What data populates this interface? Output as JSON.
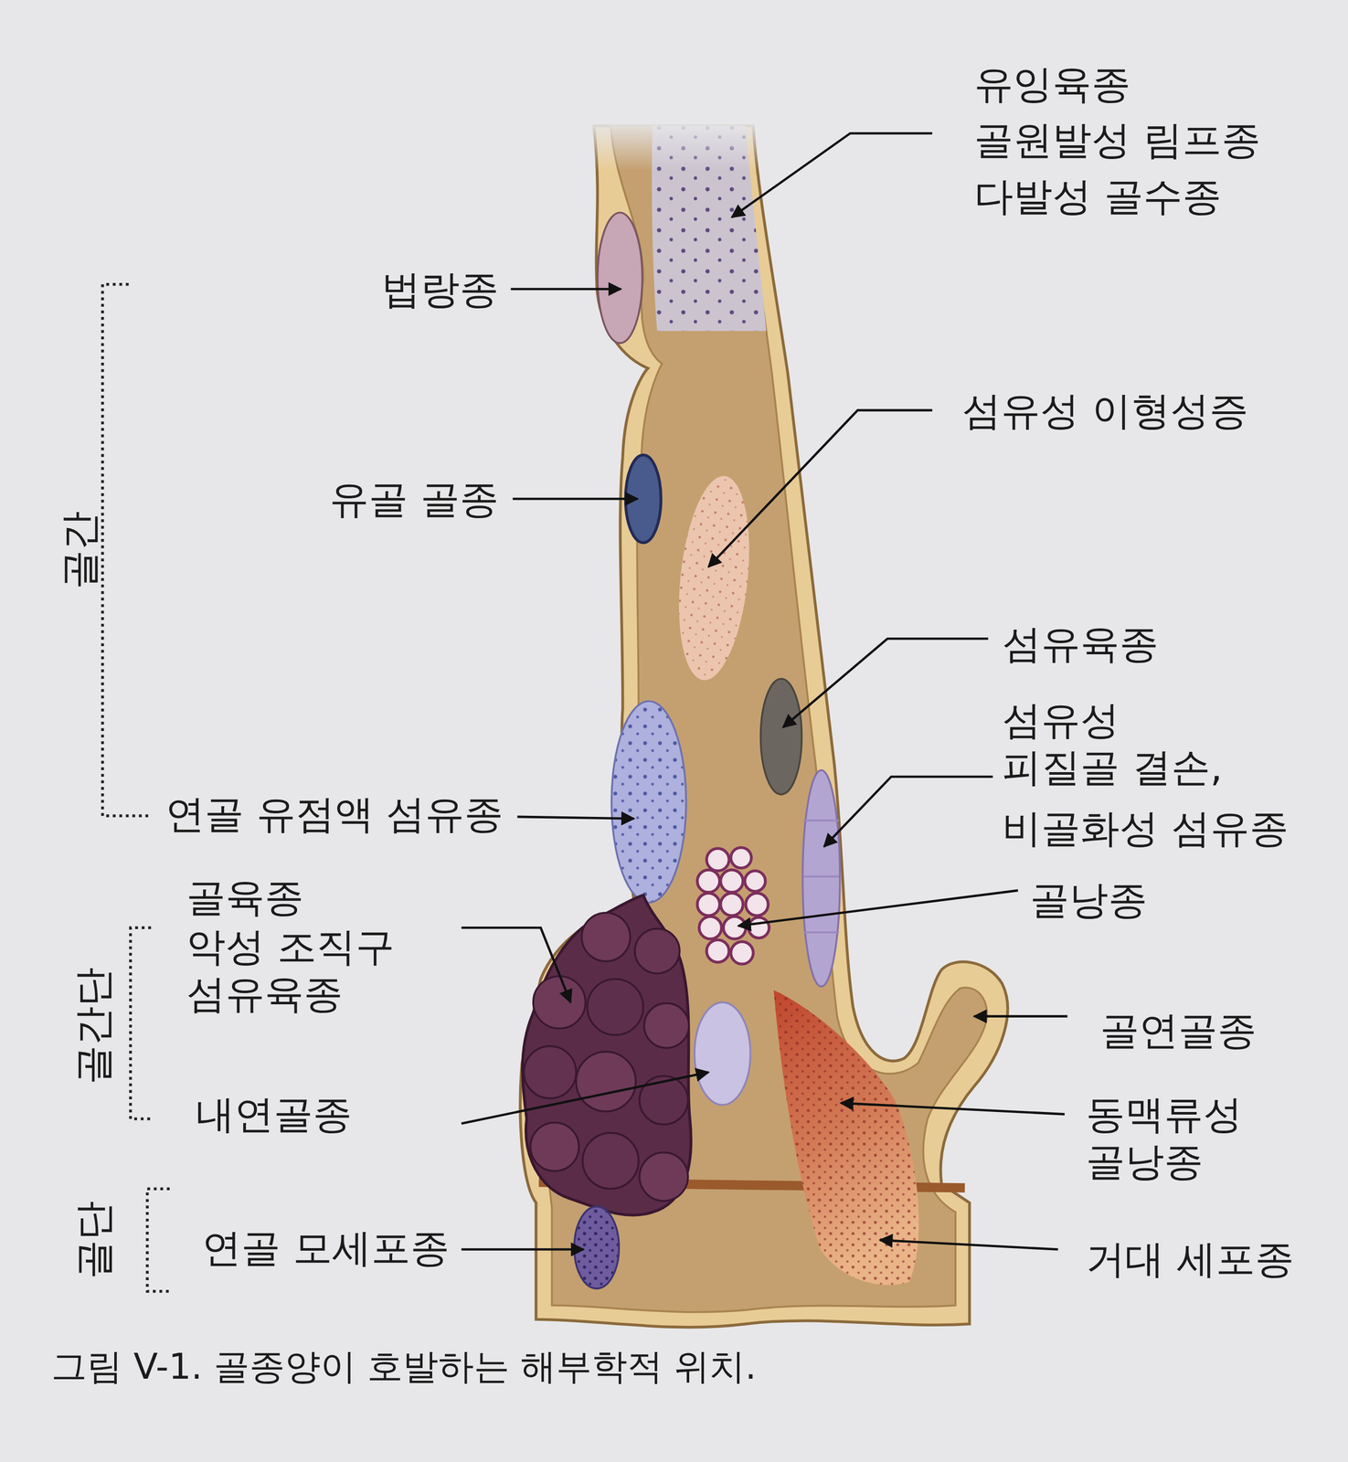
{
  "diagram": {
    "caption": "그림 V-1. 골종양이 호발하는 해부학적 위치.",
    "labels": [
      "유잉육종",
      "골원발성 림프종",
      "다발성 골수종",
      "법랑종",
      "섬유성 이형성증",
      "유골 골종",
      "섬유육종",
      "골간",
      "섬유성 피질골 결손,",
      "비골화성 섬유종",
      "연골 유점액 섬유종",
      "골육종",
      "골낭종",
      "악성 조직구 섬유육종",
      "골간단",
      "골연골종",
      "내연골종",
      "동맥류성 골낭종",
      "골단",
      "연골 모세포종",
      "거대 세포종"
    ]
  }
}
